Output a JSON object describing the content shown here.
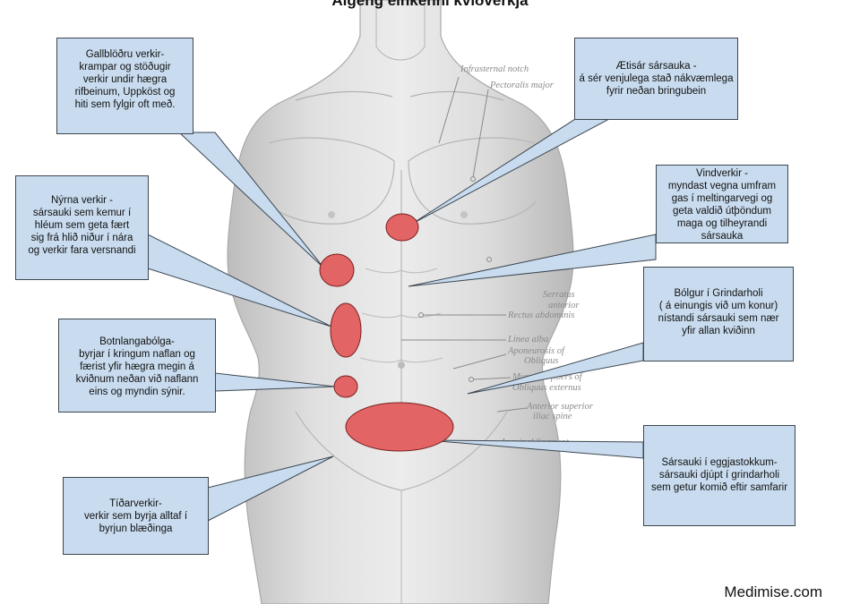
{
  "title": "Algeng einkenni kviðverkja",
  "brand": "Medimise.com",
  "colors": {
    "callout_fill": "#c9dcef",
    "callout_border": "#3c4650",
    "pain_marker": "#e26464",
    "body_tone": "#d6d6d6"
  },
  "anatomy_labels": [
    "Infrasternal notch",
    "Pectoralis major",
    "Serratus",
    "anterior",
    "Rectus abdominis",
    "Linea alba",
    "Aponeurosis of",
    "Obliquus",
    "Muscular fibers of",
    "Obliquus externus",
    "Anterior superior",
    "iliac spine",
    "Inguinal ligament"
  ],
  "callouts": {
    "gallbladder": {
      "lines": [
        "Gallblöðru verkir-",
        "krampar og stöðugir",
        "verkir undir hægra",
        "rifbeinum, Uppköst og",
        "hiti sem fylgir oft með."
      ]
    },
    "kidney": {
      "lines": [
        "Nýrna verkir -",
        "sársauki sem kemur í",
        "hléum sem geta fært",
        "sig frá hlið niður í nára",
        "og verkir fara versnandi"
      ]
    },
    "appendix": {
      "lines": [
        "Botnlangabólga-",
        "byrjar í kringum naflan og",
        "færist yfir hægra megin á",
        "kviðnum neðan við naflann",
        "eins og myndin sýnir."
      ]
    },
    "menstrual": {
      "lines": [
        "Tíðarverkir-",
        "verkir sem byrja alltaf í",
        "byrjun blæðinga"
      ]
    },
    "ulcer": {
      "lines": [
        "Ætisár sársauka -",
        "á sér venjulega stað nákvæmlega",
        "fyrir neðan bringubein"
      ]
    },
    "gas": {
      "lines": [
        "Vindverkir -",
        "myndast vegna umfram",
        "gas í meltingarvegi og",
        "geta valdið útþöndum",
        "maga og tilheyrandi",
        "sársauka"
      ]
    },
    "pelvic": {
      "lines": [
        "Bólgur í Grindarholi",
        "( á einungis við um konur)",
        "nístandi sársauki sem nær",
        "yfir allan kviðinn"
      ]
    },
    "ovary": {
      "lines": [
        "Sársauki í eggjastokkum-",
        "sársauki djúpt í grindarholi",
        "sem getur komið eftir samfarir"
      ]
    }
  }
}
